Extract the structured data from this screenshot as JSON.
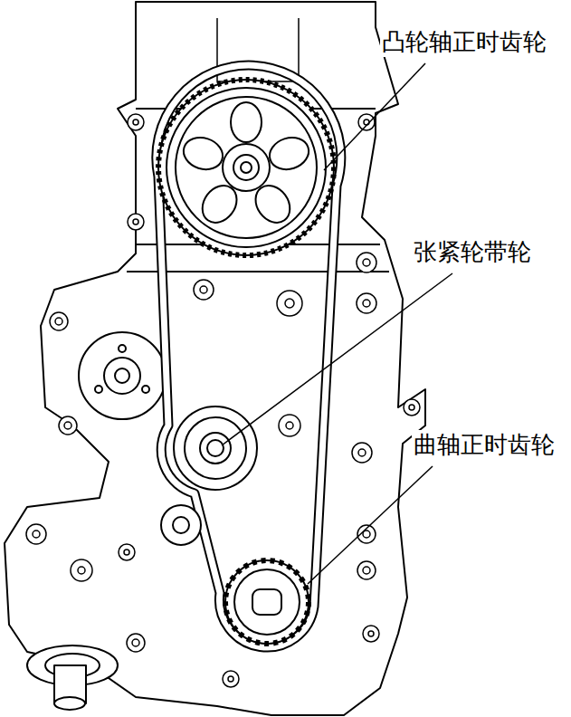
{
  "diagram": {
    "labels": [
      "凸轮轴正时齿轮",
      "张紧轮带轮",
      "曲轴正时齿轮"
    ]
  }
}
